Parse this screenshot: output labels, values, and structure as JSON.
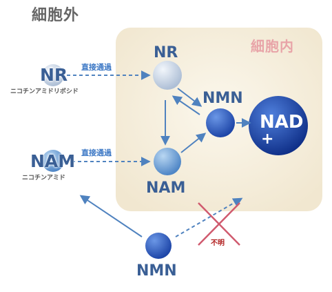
{
  "labels": {
    "outside": "細胞外",
    "inside": "細胞内",
    "nr_inside": "NR",
    "nr_outside": "NR",
    "nr_outside_sub": "ニコチンアミドリボシド",
    "nam_outside": "NAM",
    "nam_outside_sub": "ニコチンアミド",
    "nam_inside": "NAM",
    "nmn_inside": "NMN",
    "nmn_outside": "NMN",
    "nad": "NAD",
    "nad_plus": "+",
    "direct_path_1": "直接通過",
    "direct_path_2": "直接通過",
    "unknown": "不明"
  },
  "colors": {
    "cell_fill": "#f3ead6",
    "arrow": "#4f82bf",
    "cross": "#d05a6e",
    "unknown_text": "#b01c1c",
    "nad_sphere": "#1d4fb3",
    "nmn_sphere": "#2e5fc2"
  }
}
